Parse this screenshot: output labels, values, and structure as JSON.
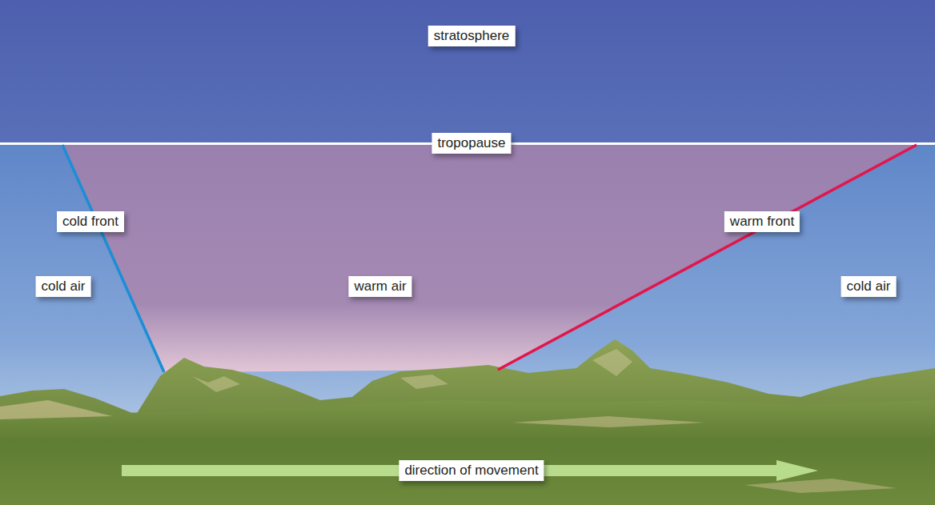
{
  "diagram": {
    "labels": [
      "stratosphere",
      "tropopause",
      "cold front",
      "cold air",
      "warm air",
      "warm front",
      "cold air",
      "direction of movement"
    ]
  }
}
